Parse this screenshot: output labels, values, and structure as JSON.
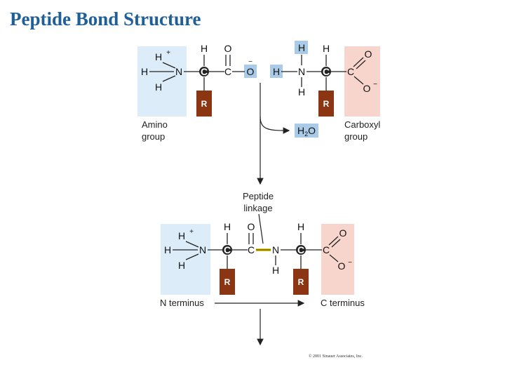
{
  "title": "Peptide Bond Structure",
  "atoms": {
    "h": "H",
    "n": "N",
    "c": "C",
    "o": "O",
    "r": "R",
    "plus": "+",
    "minus": "−",
    "h2o": "H2O"
  },
  "labels": {
    "amino_line1": "Amino",
    "amino_line2": "group",
    "carboxyl_line1": "Carboxyl",
    "carboxyl_line2": "group",
    "peptide_line1": "Peptide",
    "peptide_line2": "linkage",
    "n_terminus": "N terminus",
    "c_terminus": "C terminus"
  },
  "copyright": "© 2001 Sinauer Associates, Inc.",
  "colors": {
    "amino_bg": "#dcedf9",
    "carboxyl_bg": "#f8d5cc",
    "water_bg": "#a9cbe8",
    "r_group": "#8b3512",
    "peptide_bond": "#e8d200",
    "title": "#1f5f99"
  }
}
